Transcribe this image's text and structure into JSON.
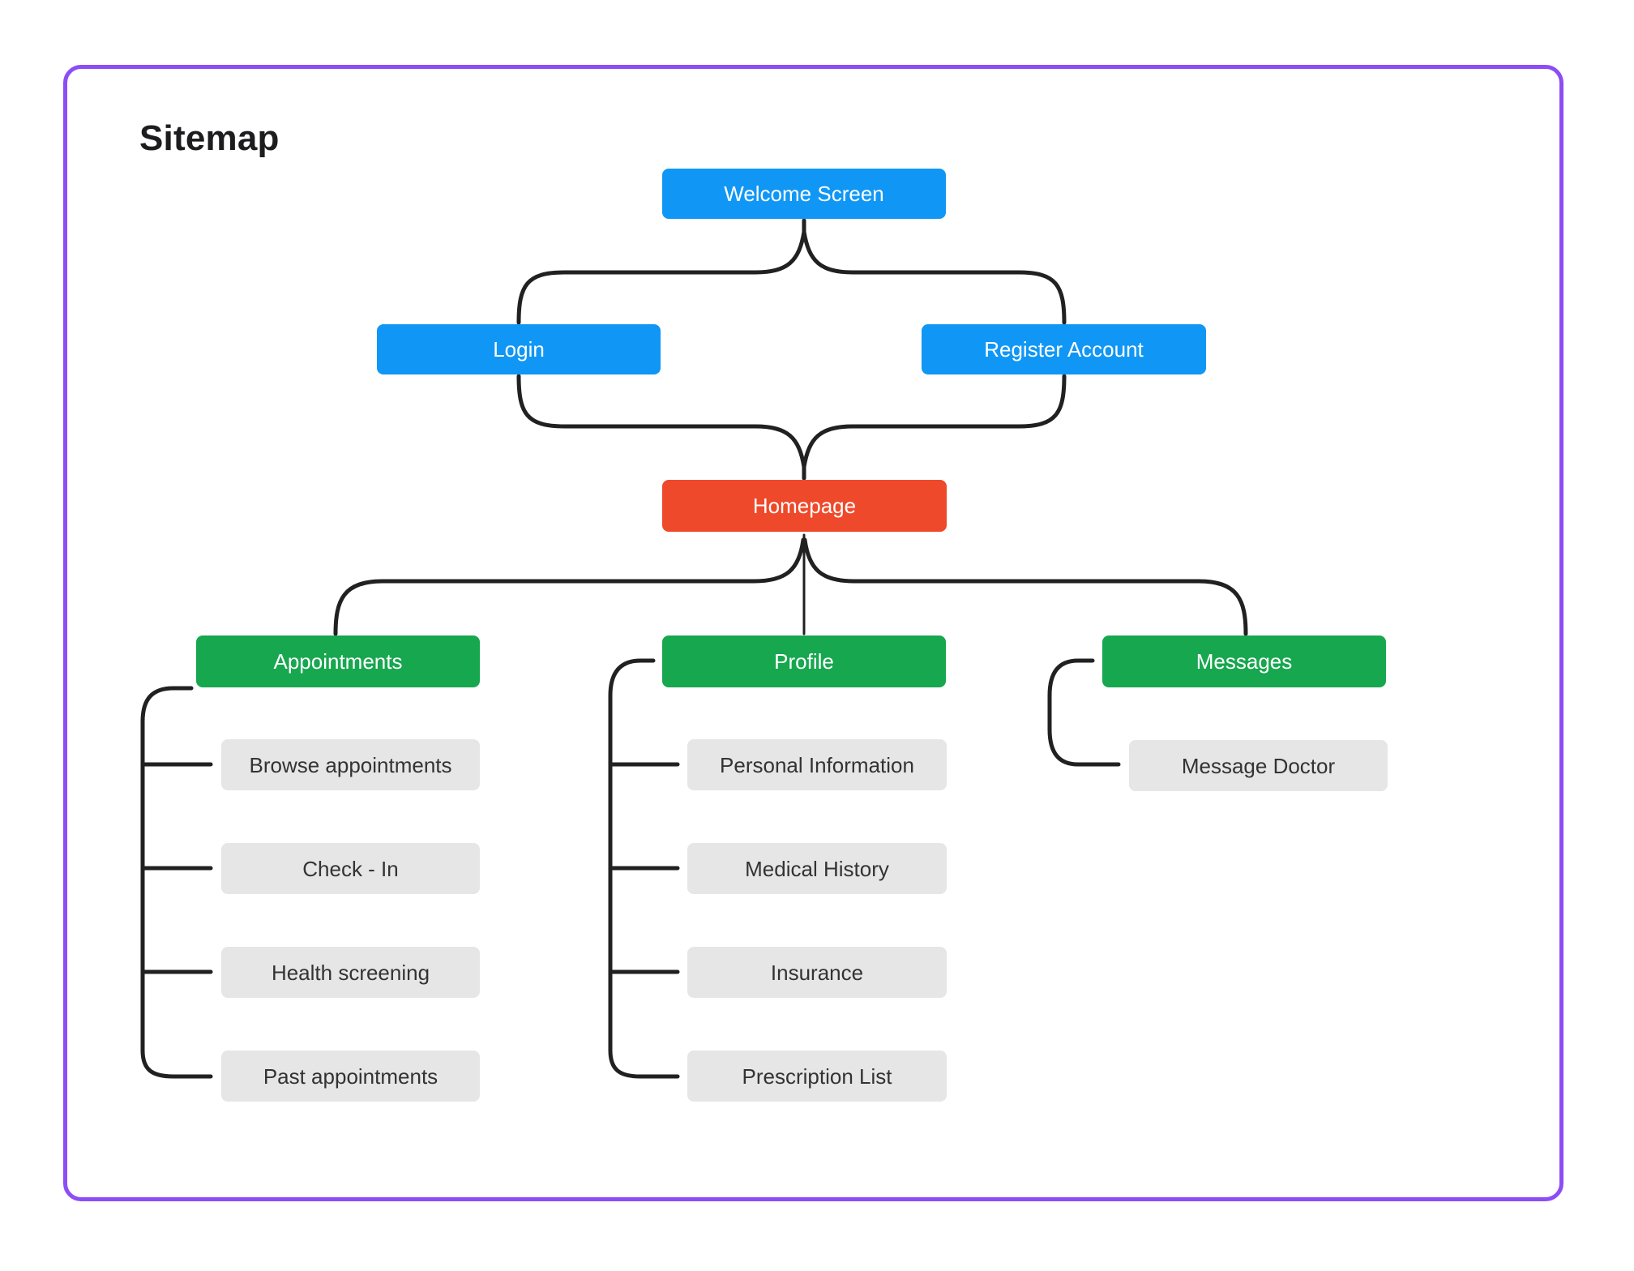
{
  "title": "Sitemap",
  "colors": {
    "screen-blue": "#1097F5",
    "screen-red": "#EE492A",
    "screen-green": "#17A74F",
    "screen-gray": "#E6E6E6",
    "line-dark": "#212121",
    "border-purple": "#8C4DF6",
    "text-dark": "#1D1D1F",
    "text-gray": "#333333"
  },
  "nodes": {
    "welcome_screen": {
      "label": "Welcome Screen",
      "color_role": "blue"
    },
    "login": {
      "label": "Login",
      "color_role": "blue"
    },
    "register_account": {
      "label": "Register Account",
      "color_role": "blue"
    },
    "homepage": {
      "label": "Homepage",
      "color_role": "red"
    },
    "appointments": {
      "label": "Appointments",
      "color_role": "green"
    },
    "profile": {
      "label": "Profile",
      "color_role": "green"
    },
    "messages": {
      "label": "Messages",
      "color_role": "green"
    },
    "browse_appointments": {
      "label": "Browse appointments",
      "color_role": "gray"
    },
    "check_in": {
      "label": "Check - In",
      "color_role": "gray"
    },
    "health_screening": {
      "label": "Health screening",
      "color_role": "gray"
    },
    "past_appointments": {
      "label": "Past appointments",
      "color_role": "gray"
    },
    "personal_information": {
      "label": "Personal Information",
      "color_role": "gray"
    },
    "medical_history": {
      "label": "Medical History",
      "color_role": "gray"
    },
    "insurance": {
      "label": "Insurance",
      "color_role": "gray"
    },
    "prescription_list": {
      "label": "Prescription List",
      "color_role": "gray"
    },
    "message_doctor": {
      "label": "Message Doctor",
      "color_role": "gray"
    }
  },
  "edges": [
    [
      "welcome_screen",
      "login"
    ],
    [
      "welcome_screen",
      "register_account"
    ],
    [
      "login",
      "homepage"
    ],
    [
      "register_account",
      "homepage"
    ],
    [
      "homepage",
      "appointments"
    ],
    [
      "homepage",
      "profile"
    ],
    [
      "homepage",
      "messages"
    ],
    [
      "appointments",
      "browse_appointments"
    ],
    [
      "appointments",
      "check_in"
    ],
    [
      "appointments",
      "health_screening"
    ],
    [
      "appointments",
      "past_appointments"
    ],
    [
      "profile",
      "personal_information"
    ],
    [
      "profile",
      "medical_history"
    ],
    [
      "profile",
      "insurance"
    ],
    [
      "profile",
      "prescription_list"
    ],
    [
      "messages",
      "message_doctor"
    ]
  ]
}
